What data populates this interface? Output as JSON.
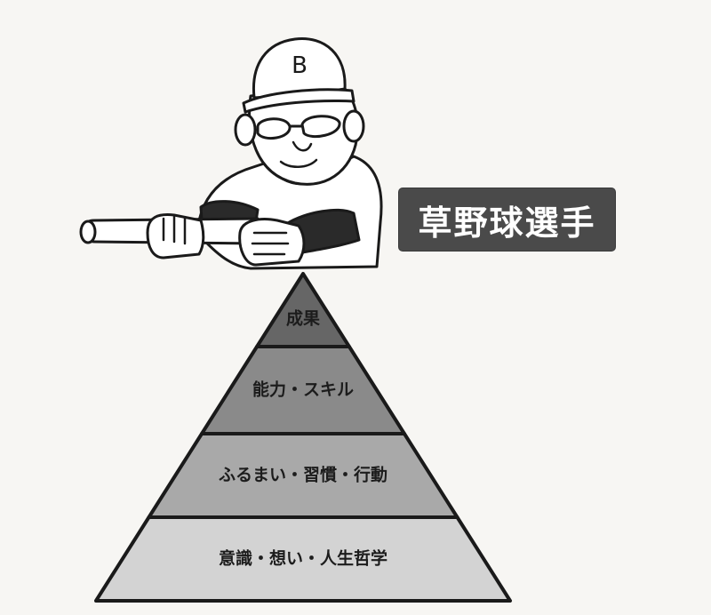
{
  "badge": {
    "label": "草野球選手"
  },
  "figure": {
    "cap_letter": "B"
  },
  "pyramid": {
    "levels": [
      {
        "label": "成果",
        "shade": "#666666"
      },
      {
        "label": "能力・スキル",
        "shade": "#8a8a8a"
      },
      {
        "label": "ふるまい・習慣・行動",
        "shade": "#a9a9a9"
      },
      {
        "label": "意識・想い・人生哲学",
        "shade": "#d3d3d3"
      }
    ],
    "outline_color": "#1a1a1a"
  }
}
